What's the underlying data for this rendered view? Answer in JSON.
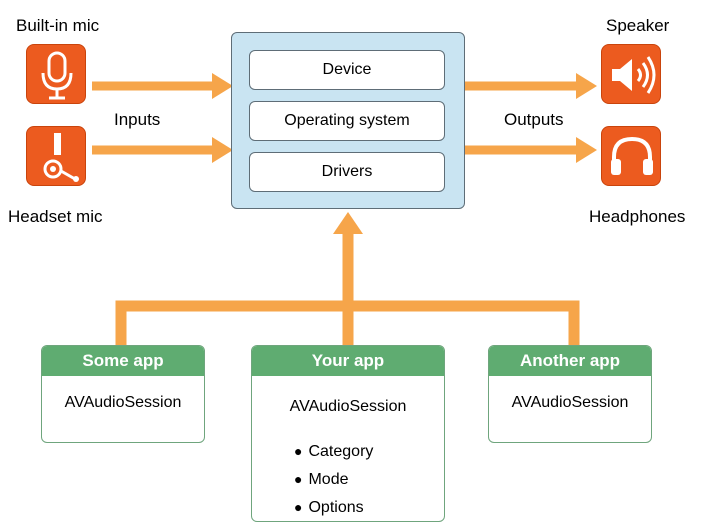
{
  "inputs": {
    "label": "Inputs",
    "builtin_mic": "Built-in mic",
    "headset_mic": "Headset mic"
  },
  "outputs": {
    "label": "Outputs",
    "speaker": "Speaker",
    "headphones": "Headphones"
  },
  "core_stack": {
    "layers": [
      "Device",
      "Operating system",
      "Drivers"
    ]
  },
  "apps": {
    "left": {
      "title": "Some app",
      "session": "AVAudioSession"
    },
    "center": {
      "title": "Your app",
      "session": "AVAudioSession",
      "options": [
        "Category",
        "Mode",
        "Options"
      ]
    },
    "right": {
      "title": "Another app",
      "session": "AVAudioSession"
    }
  },
  "icons": {
    "builtin_mic": "microphone-icon",
    "headset_mic": "headset-mic-icon",
    "speaker": "speaker-icon",
    "headphones": "headphones-icon"
  },
  "colors": {
    "arrow": "#f6a54a",
    "tile": "#ec5b1f",
    "core_fill": "#c9e4f2",
    "app_header": "#5fac71"
  }
}
